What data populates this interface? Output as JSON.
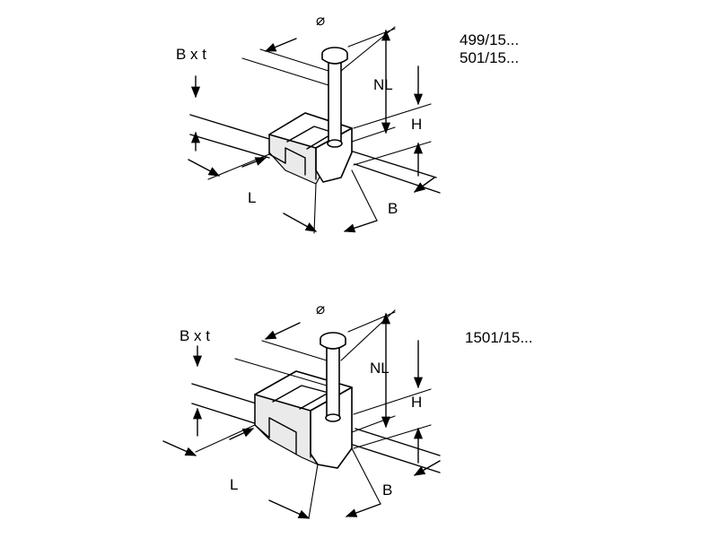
{
  "figures": [
    {
      "codes": [
        "499/15...",
        "501/15..."
      ],
      "labels": {
        "diameter": "⌀",
        "width_thickness": "B x t",
        "nail_length": "NL",
        "height": "H",
        "length": "L",
        "width": "B"
      }
    },
    {
      "codes": [
        "1501/15..."
      ],
      "labels": {
        "diameter": "⌀",
        "width_thickness": "B x t",
        "nail_length": "NL",
        "height": "H",
        "length": "L",
        "width": "B"
      }
    }
  ]
}
